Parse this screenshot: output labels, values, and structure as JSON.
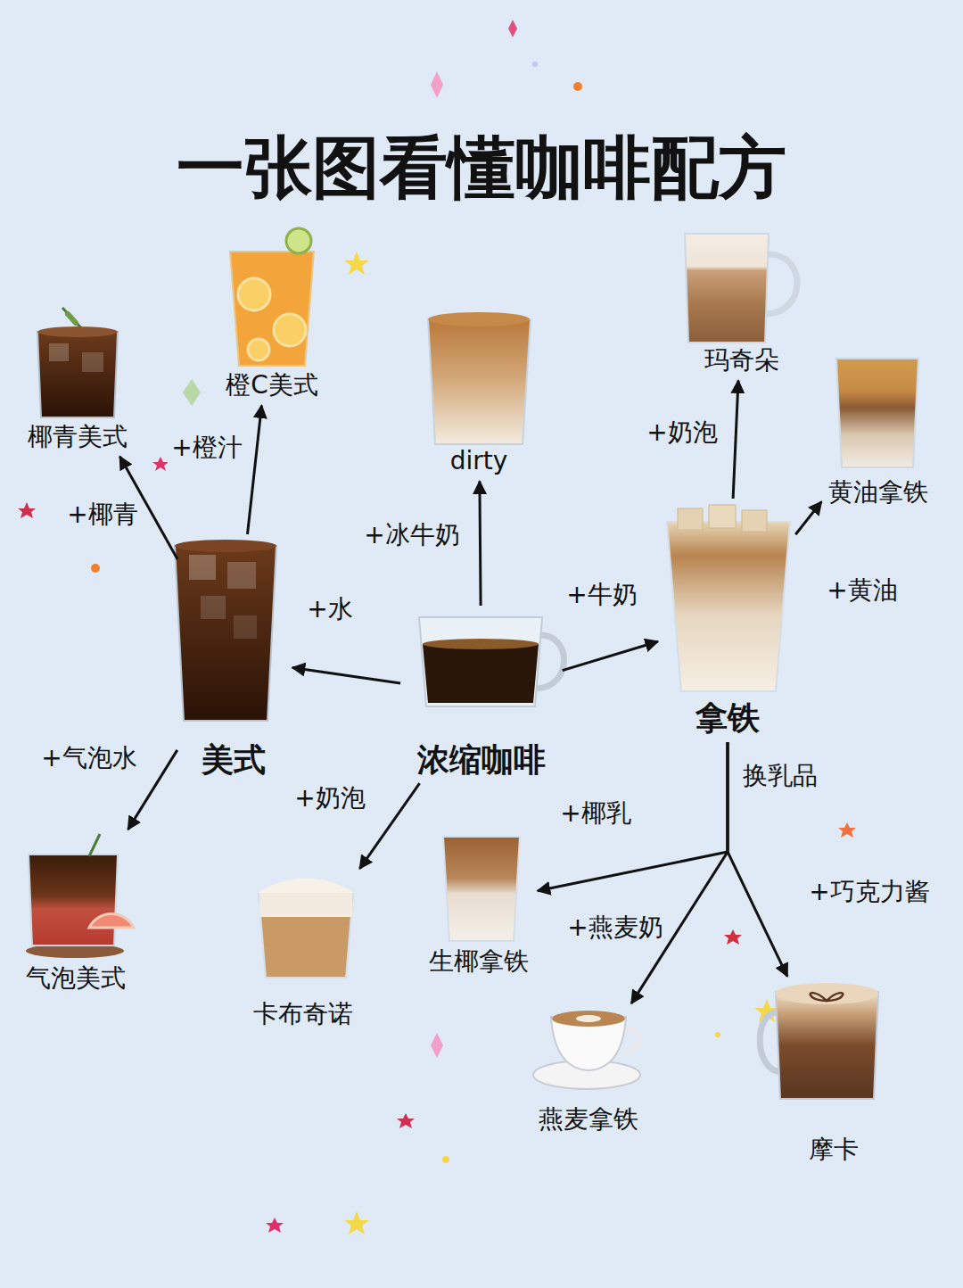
{
  "diagram": {
    "title": "一张图看懂咖啡配方",
    "nodes": [
      {
        "text": [
          "椰青美式"
        ]
      },
      {
        "text": [
          "橙C美式"
        ]
      },
      {
        "text": [
          "dirty"
        ]
      },
      {
        "text": [
          "玛奇朵"
        ]
      },
      {
        "text": [
          "黄油拿铁"
        ]
      },
      {
        "text": [
          "美式"
        ]
      },
      {
        "text": [
          "浓缩咖啡"
        ]
      },
      {
        "text": [
          "拿铁"
        ]
      },
      {
        "text": [
          "气泡美式"
        ]
      },
      {
        "text": [
          "卡布奇诺"
        ]
      },
      {
        "text": [
          "生椰拿铁"
        ]
      },
      {
        "text": [
          "燕麦拿铁"
        ]
      },
      {
        "text": [
          "摩卡"
        ]
      }
    ],
    "edges": [
      {
        "from": 6,
        "to": 5,
        "label": "+水",
        "arrow": "to"
      },
      {
        "from": 6,
        "to": 2,
        "label": "+冰牛奶",
        "arrow": "to"
      },
      {
        "from": 6,
        "to": 7,
        "label": "+牛奶",
        "arrow": "to"
      },
      {
        "from": 6,
        "to": 9,
        "label": "+奶泡",
        "arrow": "to"
      },
      {
        "from": 5,
        "to": 0,
        "label": "+椰青",
        "arrow": "to"
      },
      {
        "from": 5,
        "to": 1,
        "label": "+橙汁",
        "arrow": "to"
      },
      {
        "from": 5,
        "to": 8,
        "label": "+气泡水",
        "arrow": "to"
      },
      {
        "from": 7,
        "to": 3,
        "label": "+奶泡",
        "arrow": "to"
      },
      {
        "from": 7,
        "to": 4,
        "label": "+黄油",
        "arrow": "to"
      },
      {
        "from": 7,
        "to": 10,
        "label": "+椰乳",
        "arrow": "to"
      },
      {
        "from": 7,
        "to": 11,
        "label": "+燕麦奶",
        "arrow": "to"
      },
      {
        "from": 7,
        "to": 12,
        "label": "+巧克力酱",
        "arrow": "to"
      }
    ],
    "labels": [
      "换乳品"
    ]
  }
}
